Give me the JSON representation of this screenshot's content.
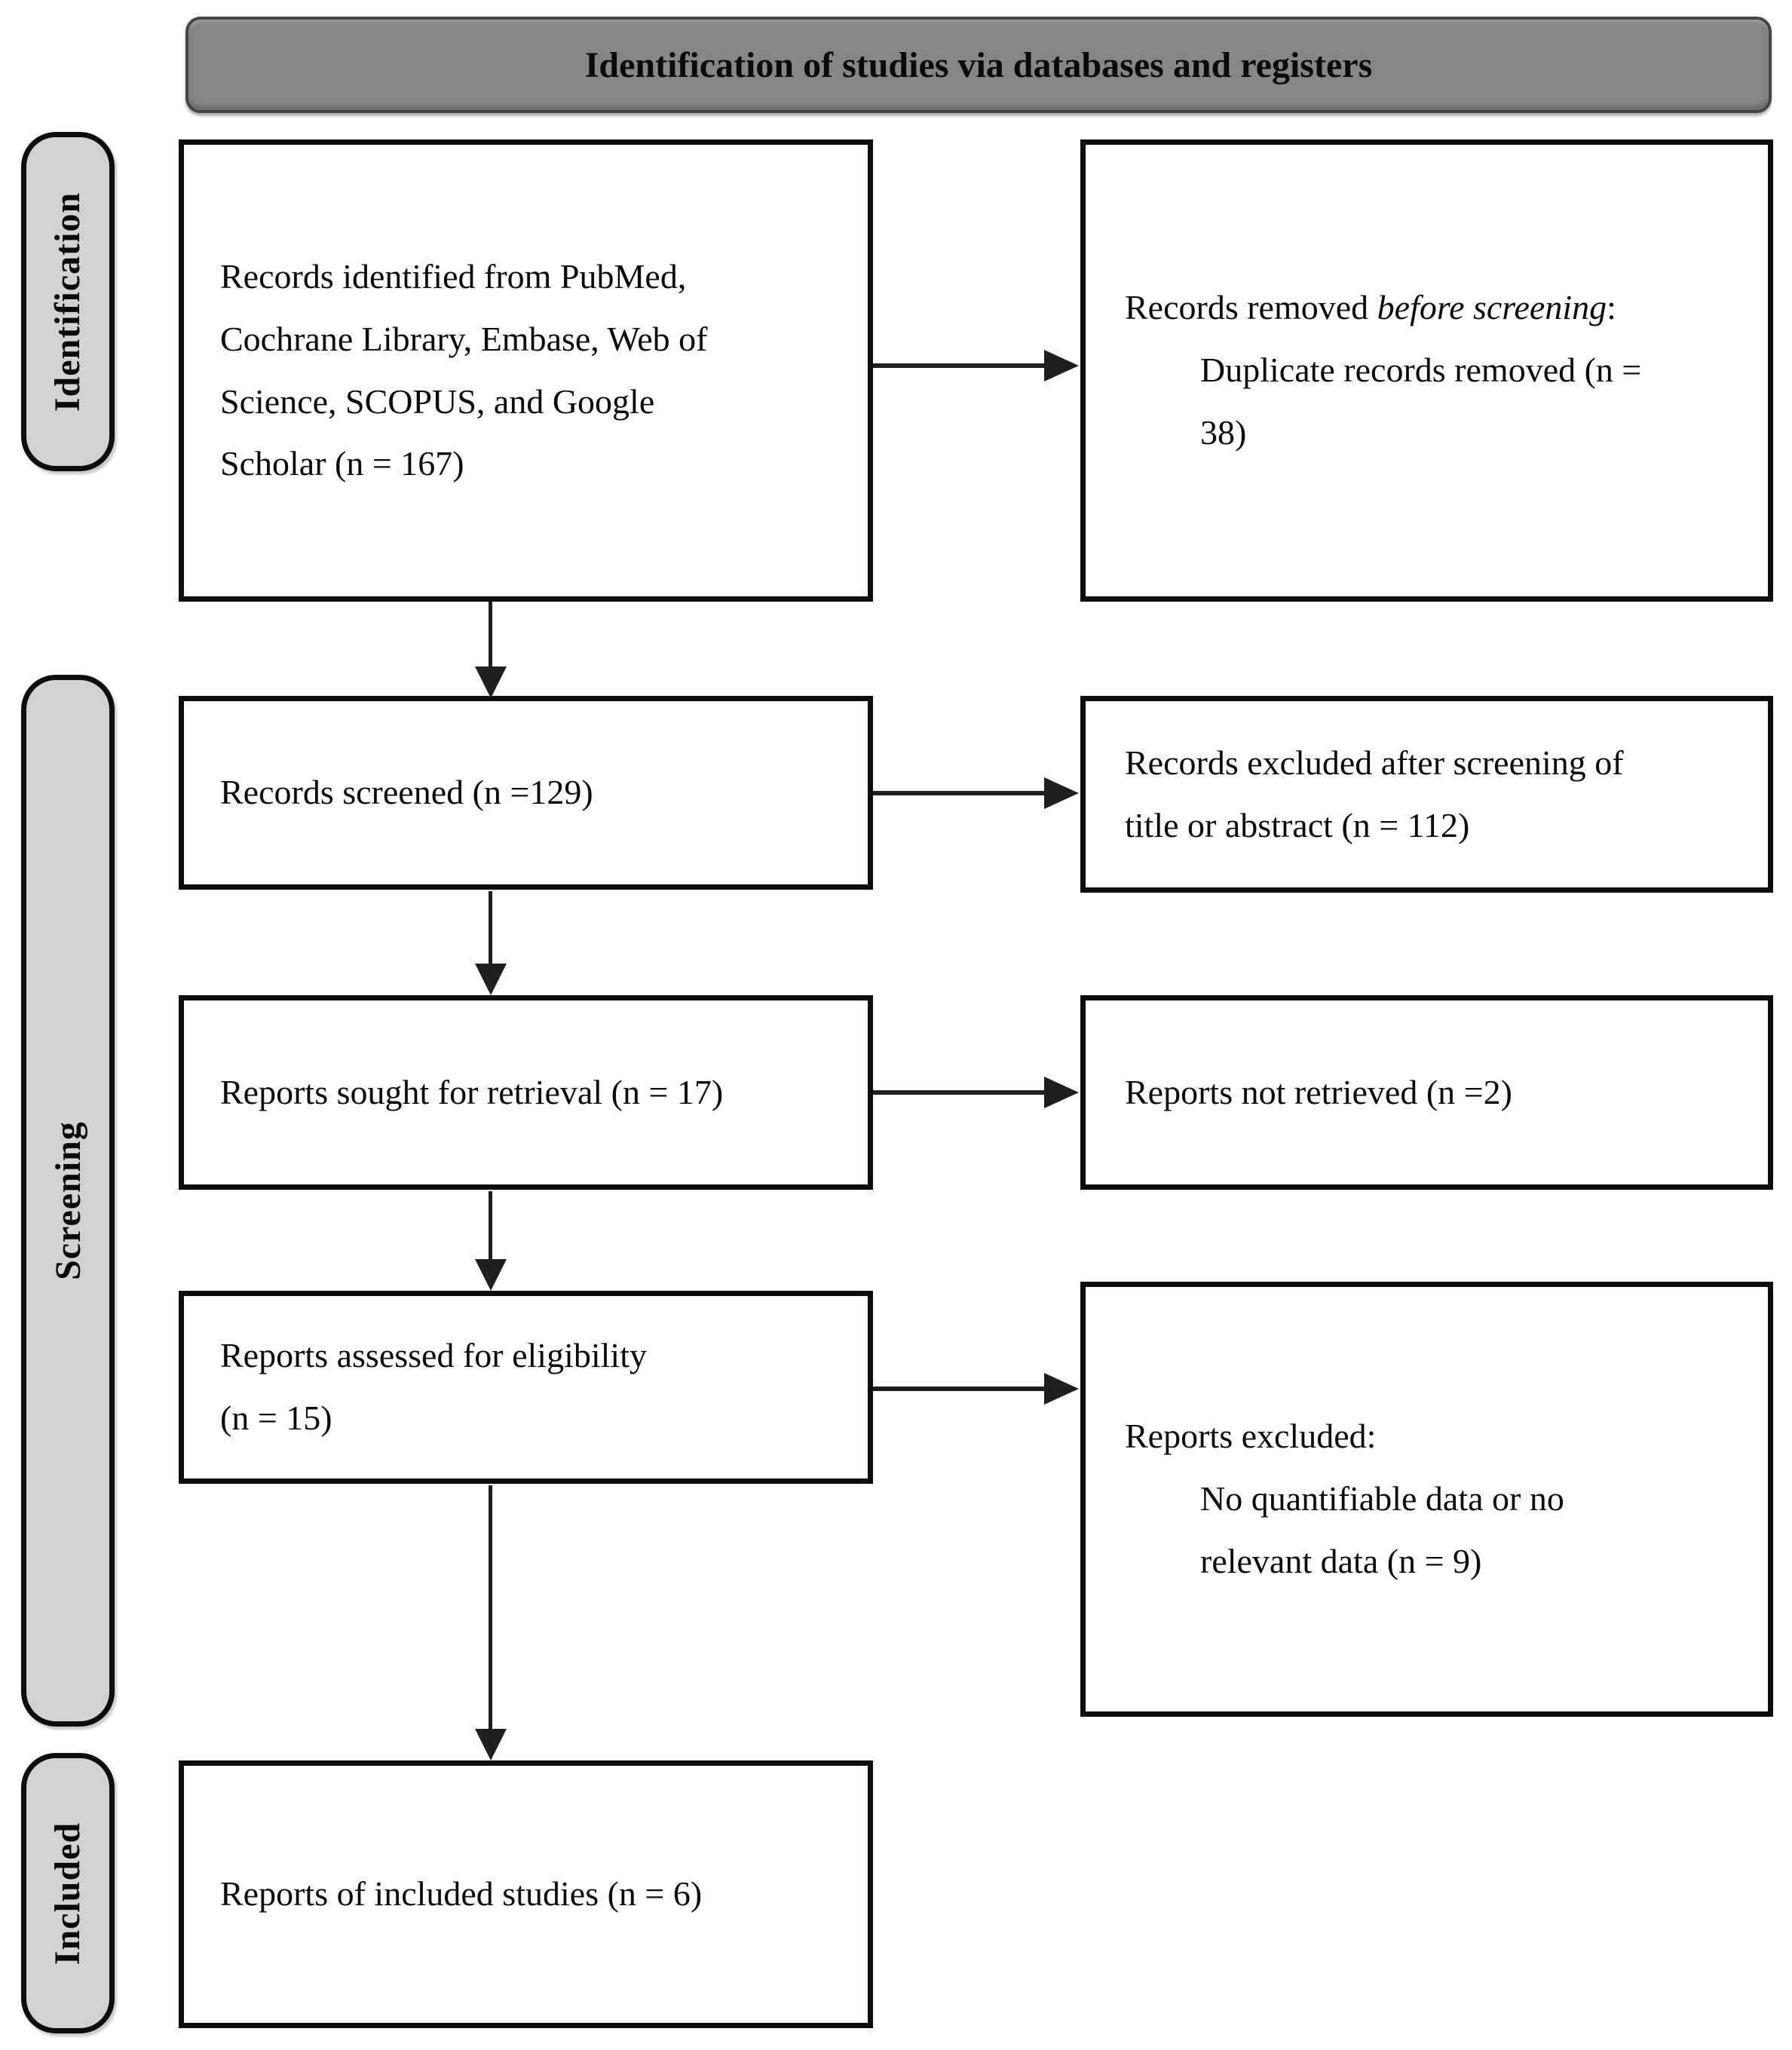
{
  "title": "Identification of studies via databases and registers",
  "stages": [
    {
      "label": "Identification"
    },
    {
      "label": "Screening"
    },
    {
      "label": "Included"
    }
  ],
  "boxes": {
    "identified": {
      "text": "Records identified from PubMed,\nCochrane Library, Embase, Web of\nScience, SCOPUS, and Google\nScholar (n = 167)"
    },
    "removed": {
      "prefix": "Records removed ",
      "emphasis": "before screening",
      "suffix": ":",
      "detail": "Duplicate records removed (n =\n38)"
    },
    "screened": {
      "text": "Records screened (n =129)"
    },
    "excluded_screening": {
      "text": "Records excluded after screening of\ntitle or abstract (n = 112)"
    },
    "sought": {
      "text": "Reports sought for retrieval (n = 17)"
    },
    "not_retrieved": {
      "text": "Reports not retrieved (n =2)"
    },
    "assessed": {
      "text": "Reports assessed for eligibility\n(n = 15)"
    },
    "excluded_reports": {
      "intro": "Reports excluded:",
      "detail": "No quantifiable data or no\nrelevant data (n = 9)"
    },
    "included": {
      "text": "Reports of included studies (n = 6)"
    }
  },
  "colors": {
    "banner_fill": "#868686",
    "banner_border": "#454545",
    "stage_fill": "#d2d2d2",
    "box_border": "#0d0d0d",
    "arrow_color": "#1f1f1f",
    "text_color": "#0a0a0a"
  }
}
